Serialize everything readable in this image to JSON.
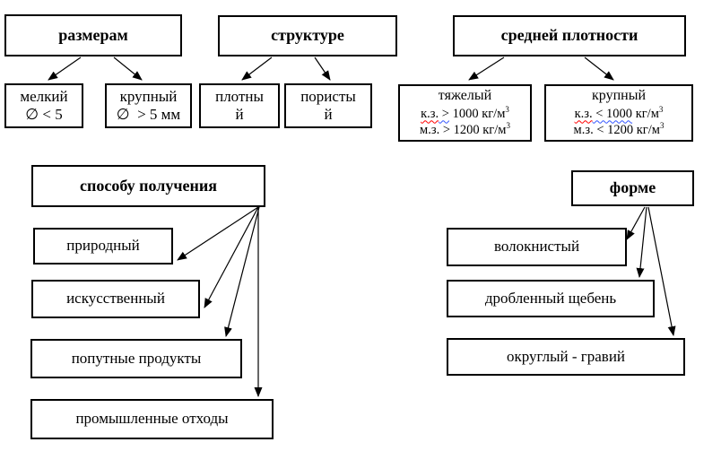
{
  "size": {
    "title": "размерам",
    "small_line1": "мелкий",
    "small_line2": "∅ < 5",
    "large_line1": "крупный",
    "large_line2": "∅  > 5 мм"
  },
  "structure": {
    "title": "структуре",
    "dense_line1": "плотны",
    "dense_line2": "й",
    "porous_line1": "пористы",
    "porous_line2": "й"
  },
  "density": {
    "title": "средней плотности",
    "heavy_name": "тяжелый",
    "heavy_l2_red": "к.з.",
    "heavy_l2_blue": " >",
    "heavy_l2_rest": " 1000 кг/м",
    "heavy_l2_sup": "3",
    "heavy_l3": "м.з. > 1200 кг/м",
    "heavy_l3_sup": "3",
    "light_name": "крупный",
    "light_l2_red": "к.з.",
    "light_l2_blue": " < 1000",
    "light_l2_rest": " кг/м",
    "light_l2_sup": "3",
    "light_l3": "м.з. < 1200 кг/м",
    "light_l3_sup": "3"
  },
  "method": {
    "title": "способу получения",
    "items": [
      "природный",
      "искусственный",
      "попутные продукты",
      "промышленные отходы"
    ]
  },
  "shape": {
    "title": "форме",
    "items": [
      "волокнистый",
      "дробленный щебень",
      "округлый - гравий"
    ]
  },
  "colors": {
    "spellcheck_red": "#ff0000",
    "grammar_blue": "#3355ff"
  }
}
